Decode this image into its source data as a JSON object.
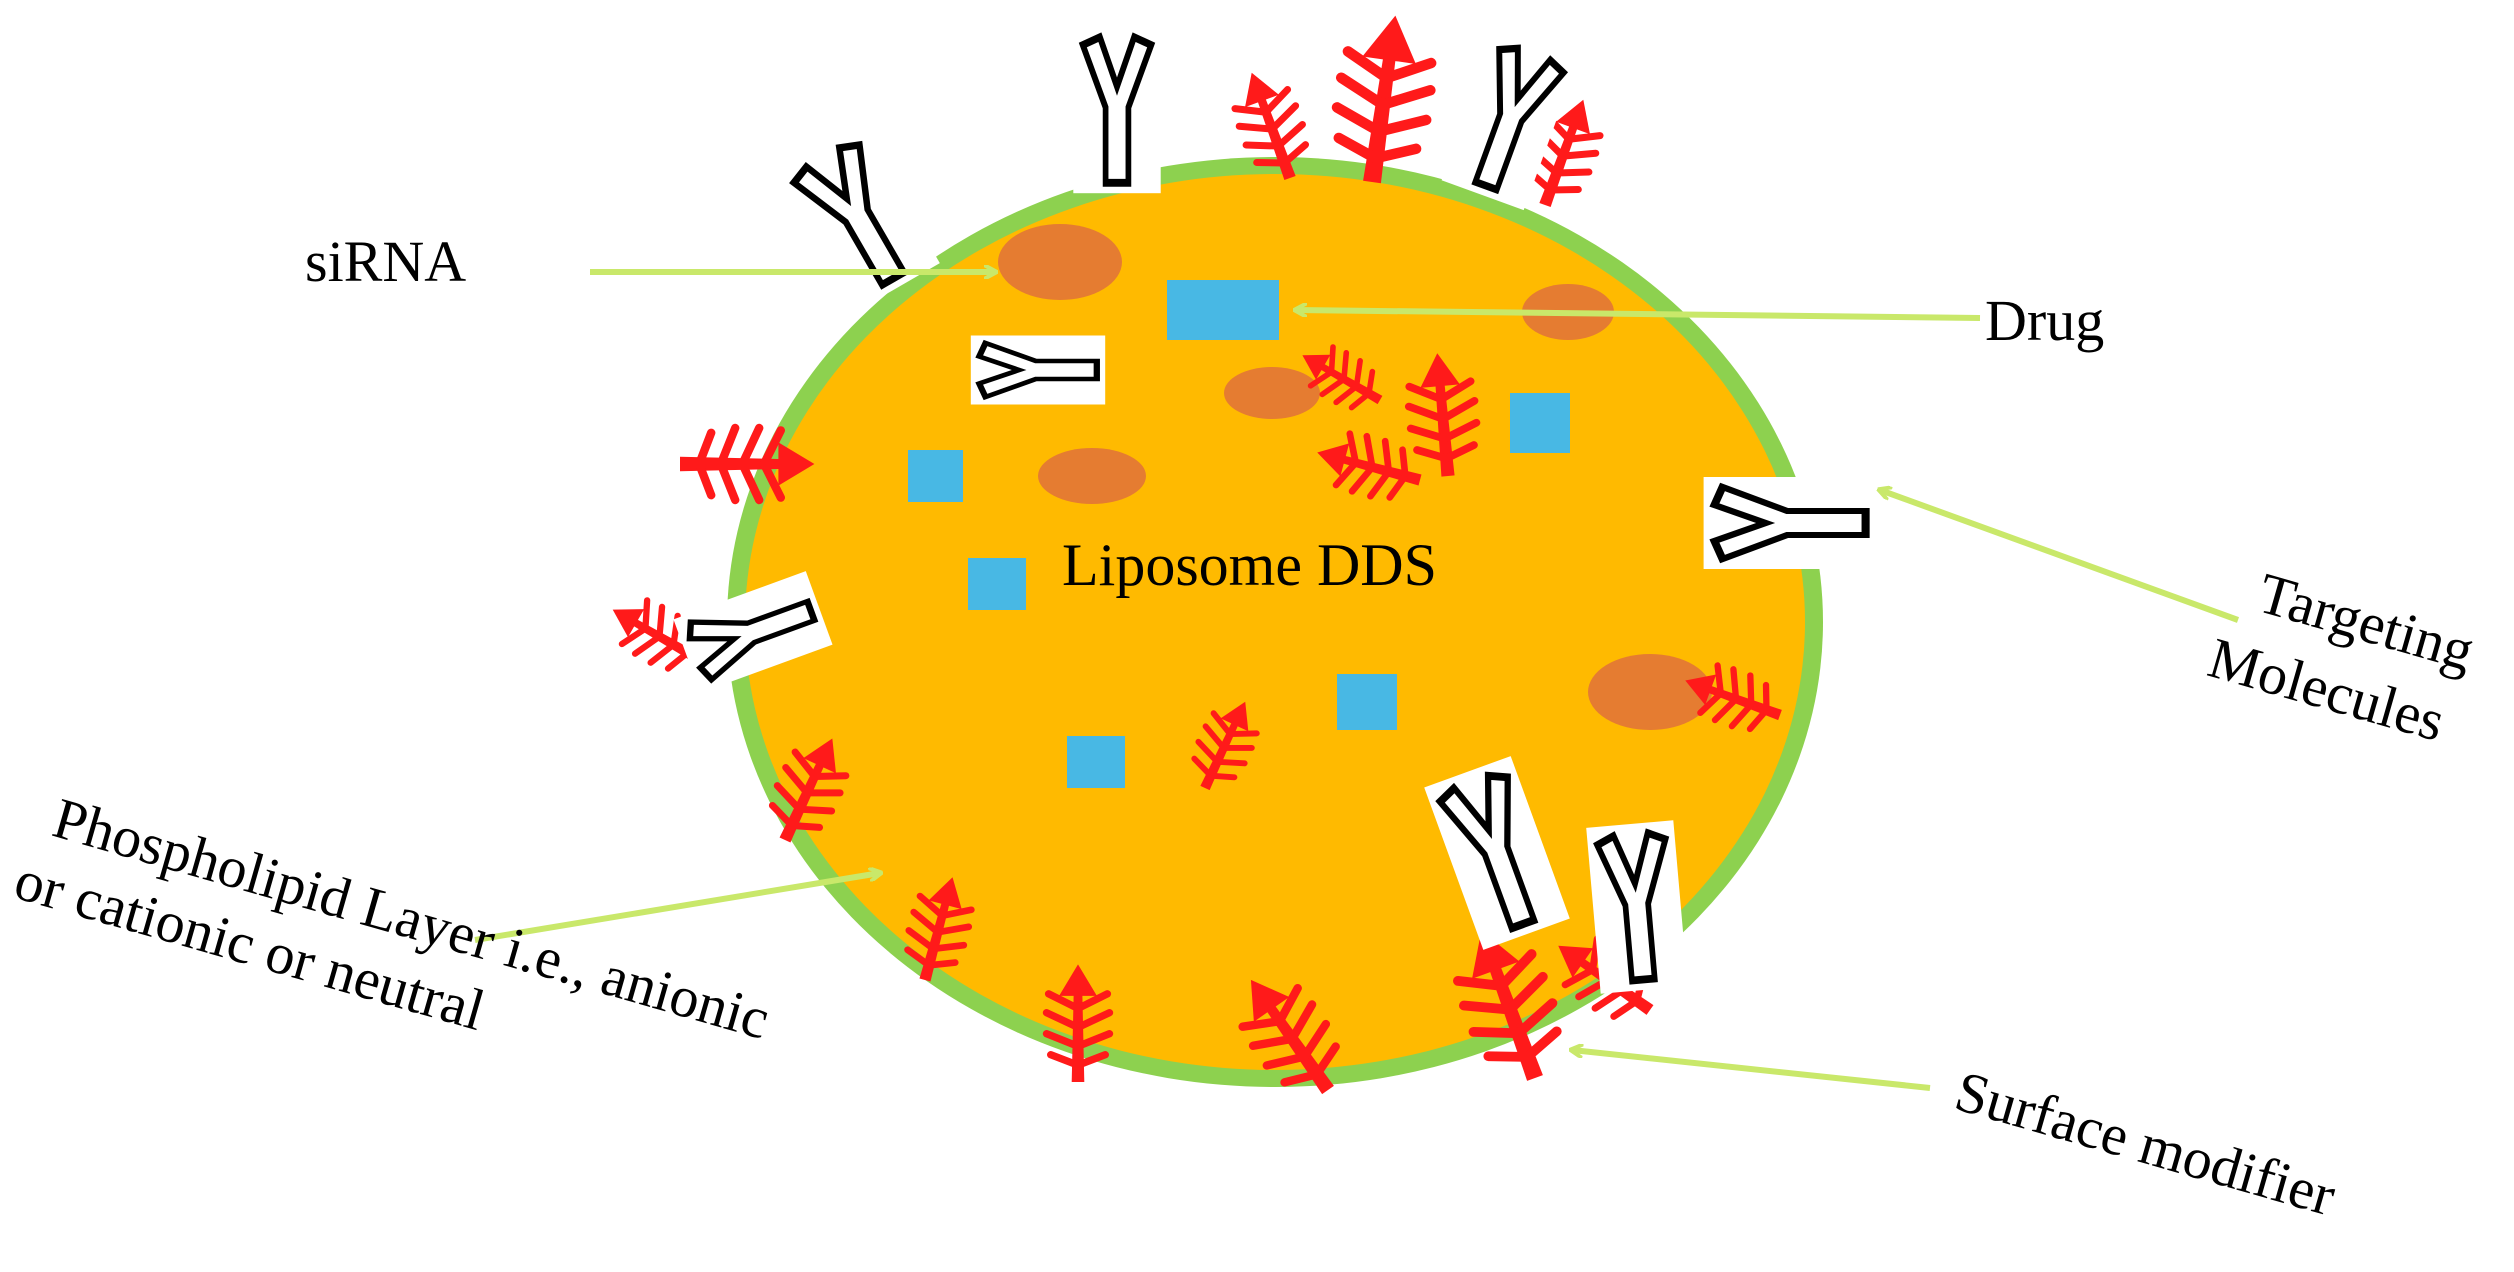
{
  "labels": {
    "center": "Liposome DDS",
    "sirna": "siRNA",
    "drug": "Drug",
    "targeting_line1": "Targeting",
    "targeting_line2": "Molecules",
    "phospholipid_line1": "Phospholipid Layer i.e., anionic",
    "phospholipid_line2": "or cationic or neutral",
    "surface_modifier": "Surface modifier"
  },
  "colors": {
    "membrane": "#8DD14F",
    "core": "#FFBA00",
    "sirna": "#E57C31",
    "drug": "#48B8E4",
    "surface_modifier": "#FF1A1A",
    "arrow": "#C9E86A",
    "antibody_outline": "#000000",
    "antibody_box": "#FFFFFF"
  },
  "icons": {
    "targeting": "antibody-icon",
    "surface_modifier": "peg-chain-icon"
  }
}
